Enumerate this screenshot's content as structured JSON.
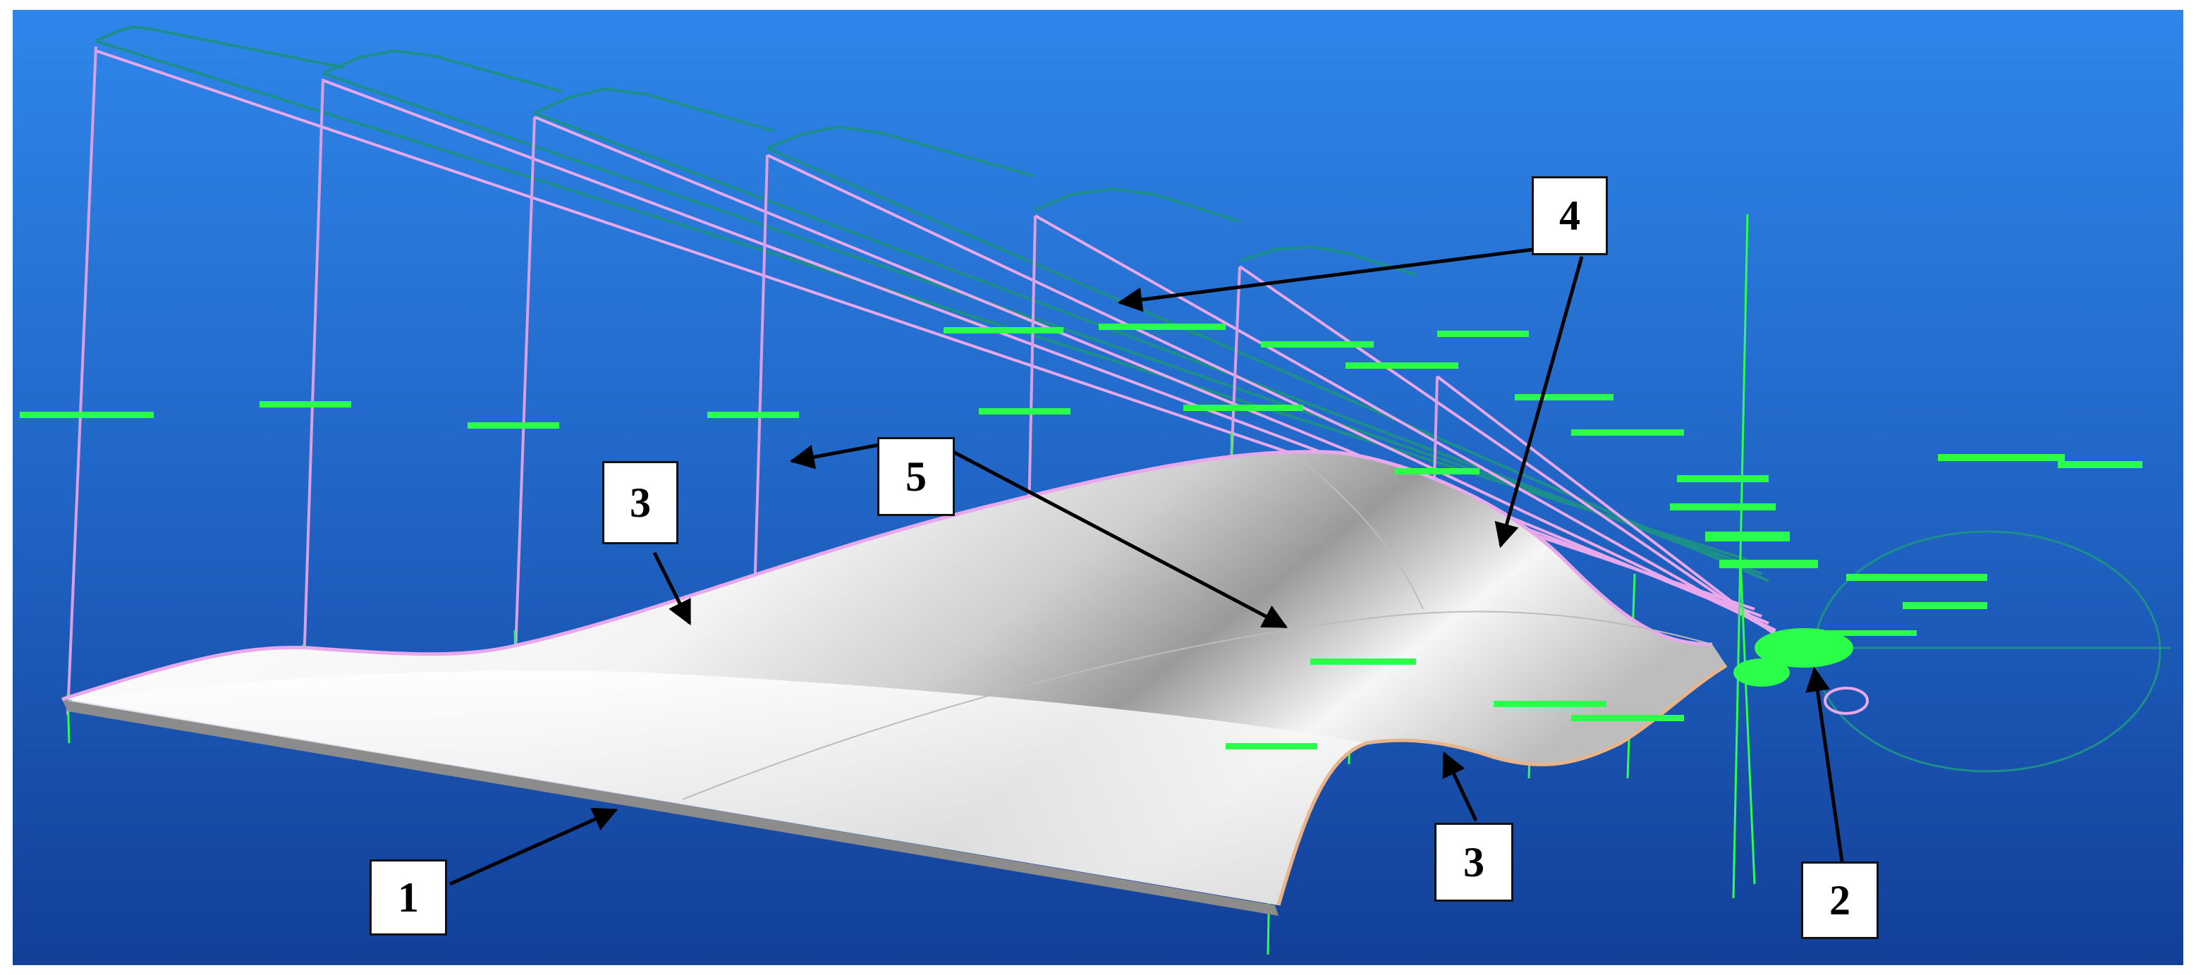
{
  "colors": {
    "background_top": "#2f86ea",
    "background_bottom": "#123f98",
    "surface_light": "#ffffff",
    "surface_shadow": "#9a9a9a",
    "leading_edge": "#7c7c7c",
    "lofting_curve": "#e9a8ec",
    "section_line": "#d9a0e8",
    "profile_line": "#1c8f8a",
    "dimension_text": "#2cff4a",
    "trailing_edge_curve": "#e9b48a",
    "arrow": "#000000"
  },
  "callouts": [
    {
      "id": "1",
      "label": "1"
    },
    {
      "id": "2",
      "label": "2"
    },
    {
      "id": "3a",
      "label": "3"
    },
    {
      "id": "3b",
      "label": "3"
    },
    {
      "id": "4",
      "label": "4"
    },
    {
      "id": "5",
      "label": "5"
    }
  ]
}
